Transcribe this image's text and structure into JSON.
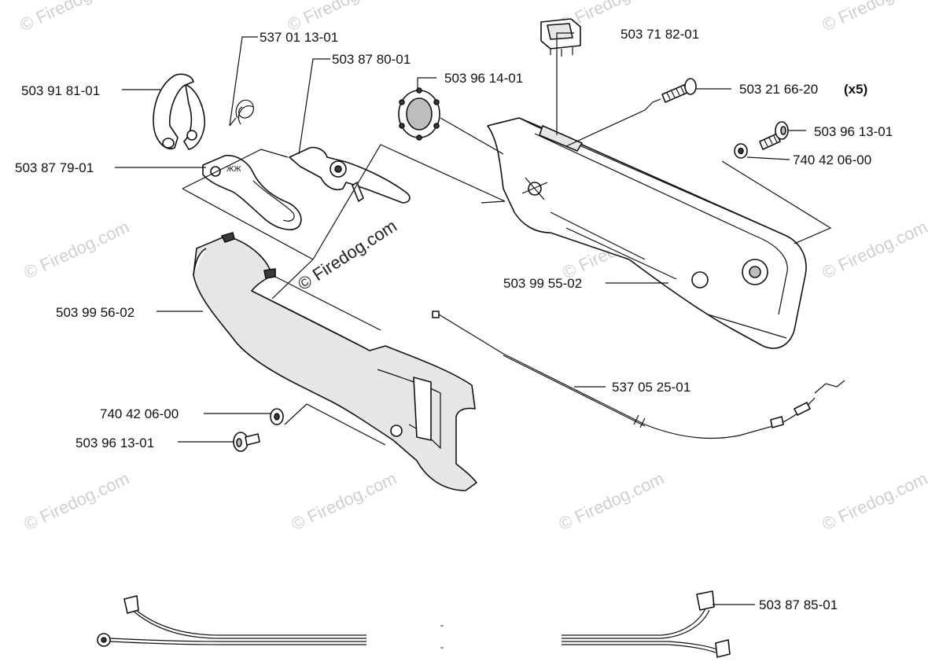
{
  "watermark": "© Firedog.com",
  "center_watermark": "© Firedog.com",
  "parts": {
    "clip": "503 91 81-01",
    "spring": "537 01 13-01",
    "trigger": "503 87 80-01",
    "trigger_lock": "503 87 79-01",
    "ring": "503 96 14-01",
    "switch": "503 71 82-01",
    "screw_x5": "503 21 66-20",
    "screw_x5_qty": "(x5)",
    "screw_right": "503 96 13-01",
    "washer_right": "740 42 06-00",
    "handle_half_right": "503 99 55-02",
    "handle_half_left": "503 99 56-02",
    "throttle_cable": "537 05 25-01",
    "washer_left": "740 42 06-00",
    "screw_left": "503 96 13-01",
    "wire_harness": "503 87 85-01"
  }
}
